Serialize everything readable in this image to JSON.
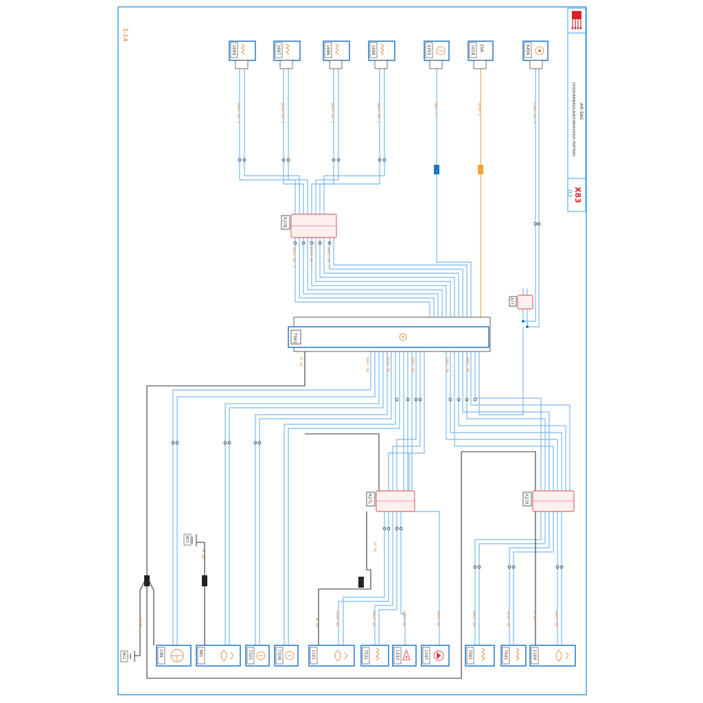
{
  "sheet": {
    "page_number": "3-14",
    "title_block": {
      "code": "X83",
      "sub_code": "02",
      "system_name": "AIR BAG",
      "caption": "HOOD/AIRBAG/LANDCRASH/HIGH PRETENS",
      "logo_icon": "airbag-connector-icon"
    }
  },
  "colors": {
    "frame": "#3ea0e6",
    "wire_blue": "#7ab8ec",
    "wire_orange": "#f2b25a",
    "wire_black": "#333333",
    "connector_red": "#d84040",
    "label_orange": "#e07a2a",
    "label_blue": "#1f77c9",
    "accent_red": "#d8202a"
  },
  "components": {
    "top": [
      "1699",
      "1697",
      "1696",
      "1698",
      "2255",
      "1018",
      "6456"
    ],
    "top_value_labels": {
      "1018": "15A"
    },
    "bottom": [
      "C89",
      "981",
      "7322",
      "7328",
      "1101",
      "7531",
      "1333",
      "1247",
      "7581",
      "7541",
      "1104"
    ],
    "ground_left": "MC1",
    "ground_right": "MC2",
    "ecu": "7561",
    "connectors": {
      "upper": "R278",
      "middle_left": "R27L",
      "middle_right": "R27R",
      "small": "R77"
    }
  }
}
